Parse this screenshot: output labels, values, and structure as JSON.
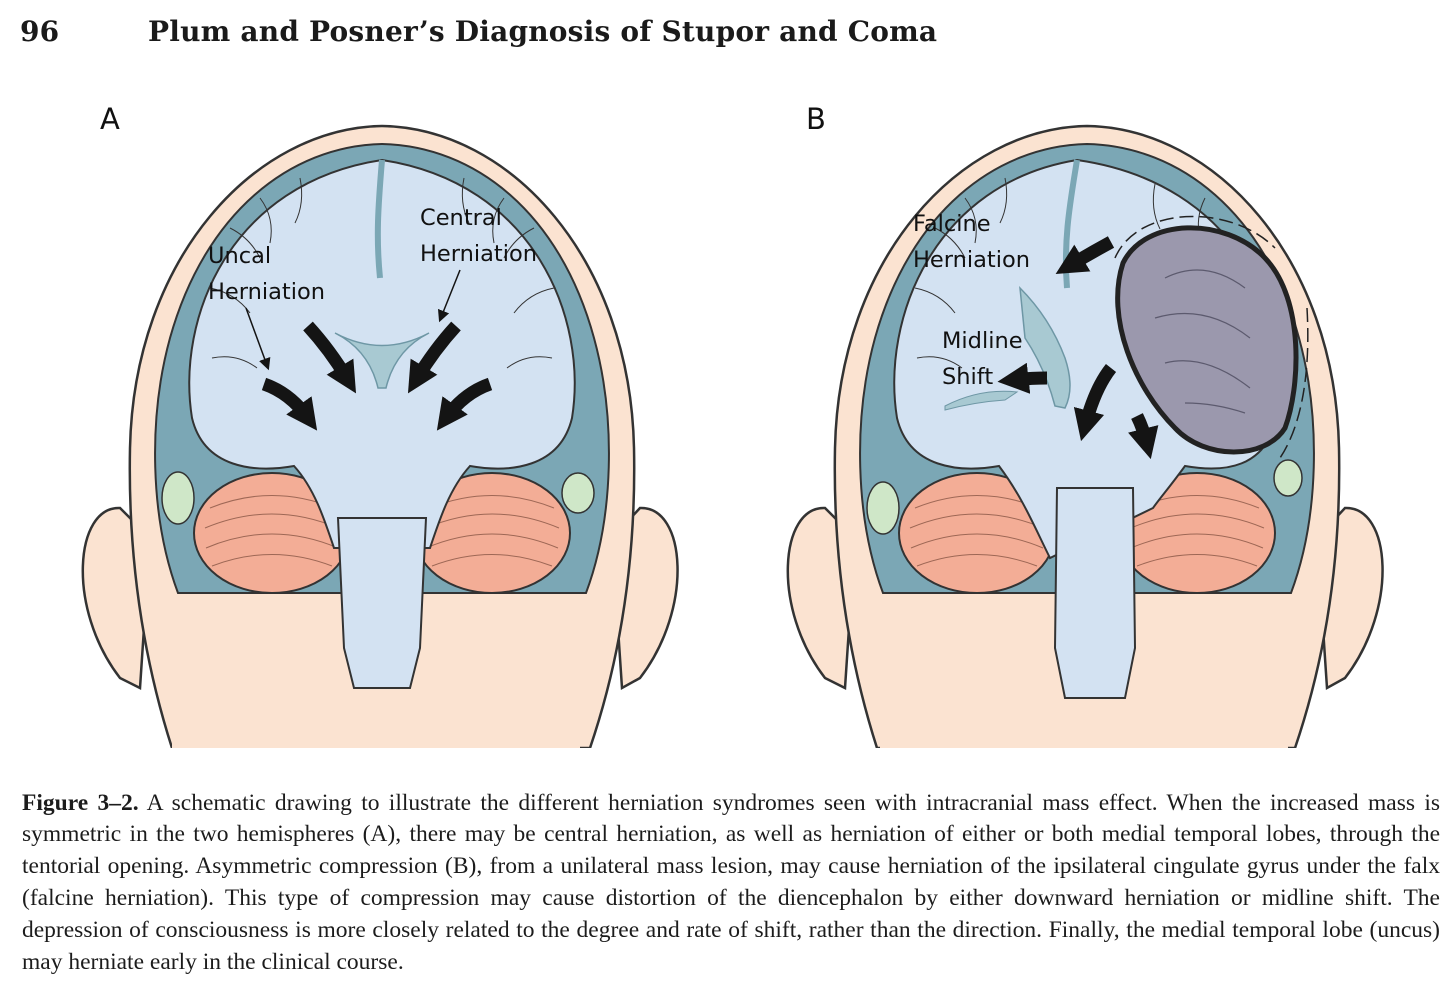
{
  "running_head": {
    "page_number": "96",
    "title": "Plum and Posner’s Diagnosis of Stupor and Coma"
  },
  "figure": {
    "panel_a": {
      "label": "A",
      "callouts": {
        "uncal": [
          "Uncal",
          "Herniation"
        ],
        "central": [
          "Central",
          "Herniation"
        ]
      }
    },
    "panel_b": {
      "label": "B",
      "callouts": {
        "falcine": [
          "Falcine",
          "Herniation"
        ],
        "midline": [
          "Midline",
          "Shift"
        ]
      }
    },
    "colors": {
      "skin": "#fbe3d1",
      "skin_outline": "#333333",
      "meninges": "#7ba7b5",
      "brain": "#d3e2f2",
      "cerebellum": "#f3ad96",
      "cistern": "#cfe7c8",
      "mass": "#9b98ad",
      "arrow": "#141414"
    }
  },
  "caption": {
    "label": "Figure 3–2.",
    "text": "A schematic drawing to illustrate the different herniation syndromes seen with intracranial mass effect. When the increased mass is symmetric in the two hemispheres (A), there may be central herniation, as well as herniation of either or both medial temporal lobes, through the tentorial opening. Asymmetric compression (B), from a unilateral mass lesion, may cause herniation of the ipsilateral cingulate gyrus under the falx (falcine herniation). This type of compression may cause distortion of the diencephalon by either downward herniation or midline shift. The depression of consciousness is more closely related to the degree and rate of shift, rather than the direction. Finally, the medial temporal lobe (uncus) may herniate early in the clinical course."
  }
}
